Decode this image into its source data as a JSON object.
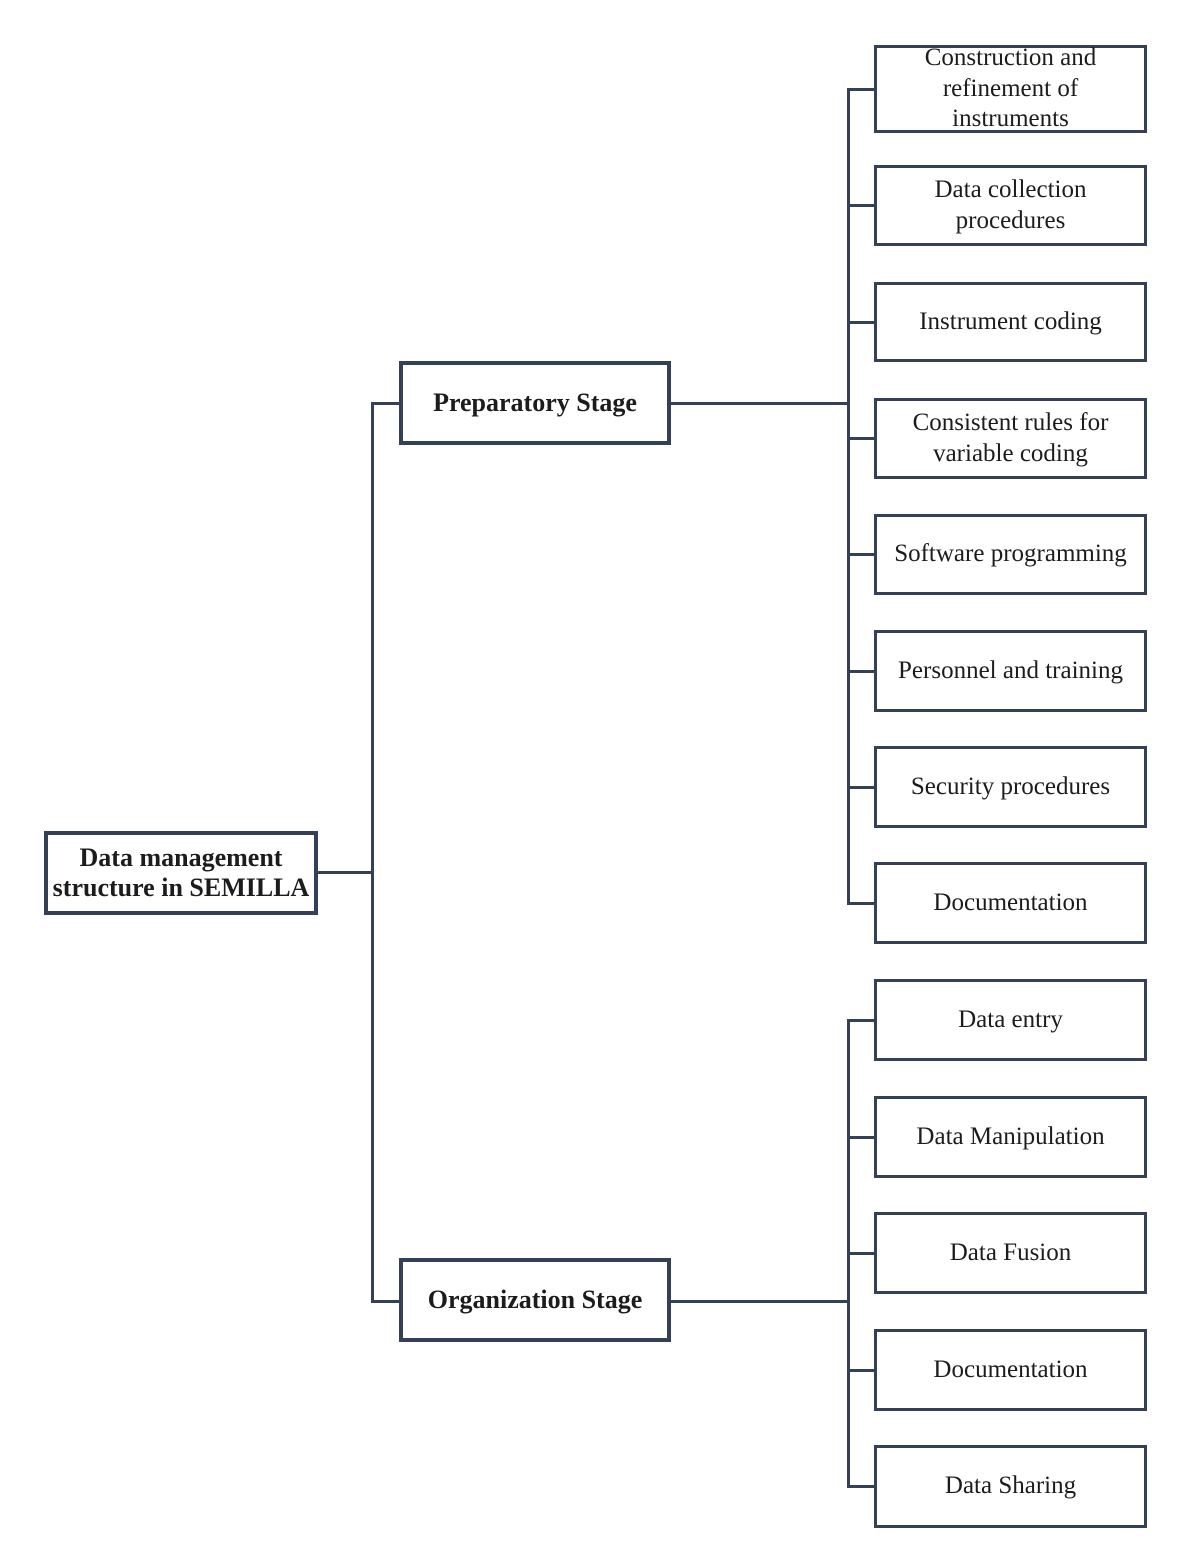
{
  "diagram": {
    "title_hint": "Data management structure diagram",
    "colors": {
      "line": "#344056",
      "text": "#1c1c1c",
      "background": "#ffffff"
    },
    "root": {
      "label": "Data management\nstructure in SEMILLA"
    },
    "branches": [
      {
        "label": "Preparatory Stage",
        "children": [
          "Construction and\nrefinement of\ninstruments",
          "Data collection\nprocedures",
          "Instrument coding",
          "Consistent rules for\nvariable coding",
          "Software programming",
          "Personnel and training",
          "Security procedures",
          "Documentation"
        ]
      },
      {
        "label": "Organization Stage",
        "children": [
          "Data entry",
          "Data Manipulation",
          "Data Fusion",
          "Documentation",
          "Data Sharing"
        ]
      }
    ]
  }
}
